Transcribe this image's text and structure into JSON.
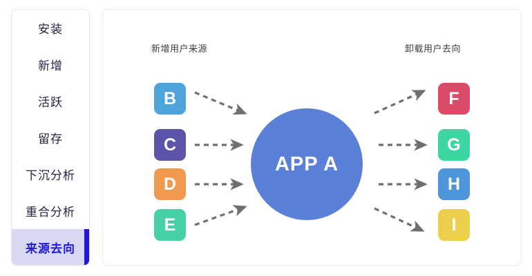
{
  "sidebar": {
    "items": [
      {
        "label": "安装",
        "active": false
      },
      {
        "label": "新增",
        "active": false
      },
      {
        "label": "活跃",
        "active": false
      },
      {
        "label": "留存",
        "active": false
      },
      {
        "label": "下沉分析",
        "active": false
      },
      {
        "label": "重合分析",
        "active": false
      },
      {
        "label": "来源去向",
        "active": true
      }
    ],
    "active_color": "#2018d8",
    "active_bg": "#d8d8f3"
  },
  "diagram": {
    "heading_left": "新增用户来源",
    "heading_right": "卸载用户去向",
    "center": {
      "label": "APP A",
      "color": "#5b80d8",
      "text_color": "#ffffff"
    },
    "sources": [
      {
        "label": "B",
        "color": "#4fa3db"
      },
      {
        "label": "C",
        "color": "#5b54a8"
      },
      {
        "label": "D",
        "color": "#ef9a4e"
      },
      {
        "label": "E",
        "color": "#45d0a6"
      }
    ],
    "destinations": [
      {
        "label": "F",
        "color": "#d94b68"
      },
      {
        "label": "G",
        "color": "#3cd7a0"
      },
      {
        "label": "H",
        "color": "#4e95d9"
      },
      {
        "label": "I",
        "color": "#edcf4e"
      }
    ],
    "arrow_color": "#6e6e73",
    "arrow_style": "dashed"
  }
}
